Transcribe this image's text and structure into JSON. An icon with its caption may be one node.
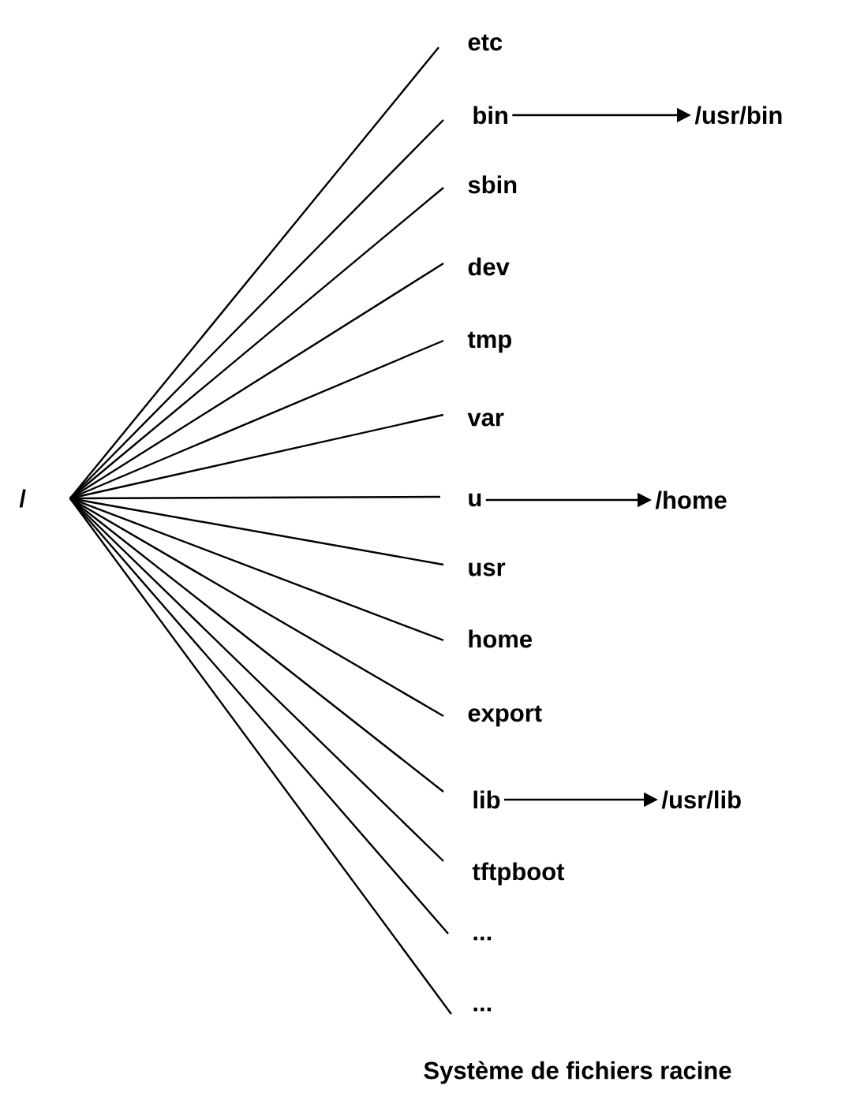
{
  "diagram": {
    "caption": "Système de fichiers racine",
    "nodes": [
      {
        "text": [
          "/"
        ]
      },
      {
        "text": [
          "etc"
        ]
      },
      {
        "text": [
          "bin"
        ]
      },
      {
        "text": [
          "sbin"
        ]
      },
      {
        "text": [
          "dev"
        ]
      },
      {
        "text": [
          "tmp"
        ]
      },
      {
        "text": [
          "var"
        ]
      },
      {
        "text": [
          "u"
        ]
      },
      {
        "text": [
          "usr"
        ]
      },
      {
        "text": [
          "home"
        ]
      },
      {
        "text": [
          "export"
        ]
      },
      {
        "text": [
          "lib"
        ]
      },
      {
        "text": [
          "tftpboot"
        ]
      },
      {
        "text": [
          "..."
        ]
      },
      {
        "text": [
          "..."
        ]
      },
      {
        "text": [
          "/usr/bin"
        ]
      },
      {
        "text": [
          "/home"
        ]
      },
      {
        "text": [
          "/usr/lib"
        ]
      }
    ],
    "edges": [
      {
        "from": 0,
        "to": 1,
        "arrow": "none"
      },
      {
        "from": 0,
        "to": 2,
        "arrow": "none"
      },
      {
        "from": 0,
        "to": 3,
        "arrow": "none"
      },
      {
        "from": 0,
        "to": 4,
        "arrow": "none"
      },
      {
        "from": 0,
        "to": 5,
        "arrow": "none"
      },
      {
        "from": 0,
        "to": 6,
        "arrow": "none"
      },
      {
        "from": 0,
        "to": 7,
        "arrow": "none"
      },
      {
        "from": 0,
        "to": 8,
        "arrow": "none"
      },
      {
        "from": 0,
        "to": 9,
        "arrow": "none"
      },
      {
        "from": 0,
        "to": 10,
        "arrow": "none"
      },
      {
        "from": 0,
        "to": 11,
        "arrow": "none"
      },
      {
        "from": 0,
        "to": 12,
        "arrow": "none"
      },
      {
        "from": 0,
        "to": 13,
        "arrow": "none"
      },
      {
        "from": 0,
        "to": 14,
        "arrow": "none"
      },
      {
        "from": 2,
        "to": 15,
        "arrow": "to"
      },
      {
        "from": 7,
        "to": 16,
        "arrow": "to"
      },
      {
        "from": 11,
        "to": 17,
        "arrow": "to"
      }
    ]
  }
}
